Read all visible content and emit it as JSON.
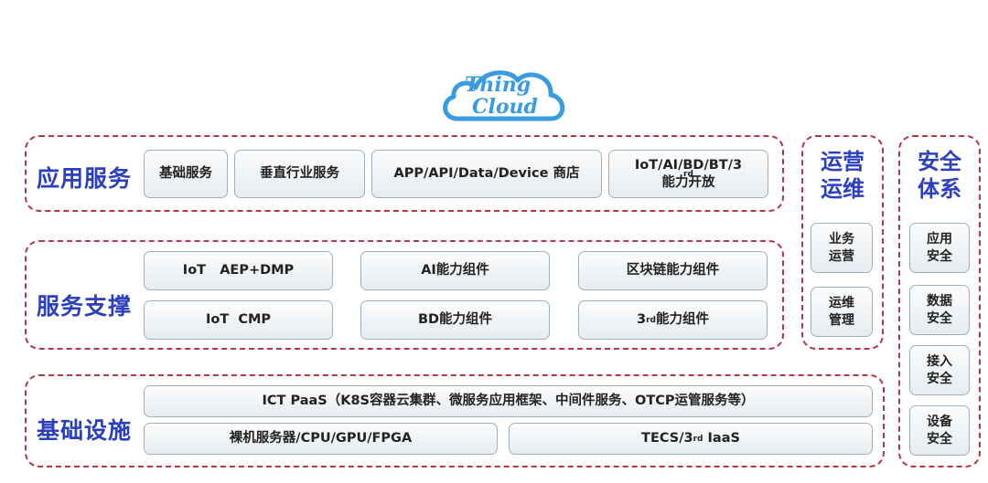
{
  "logo": {
    "line1": "Thing",
    "line2": "Cloud",
    "color": "#3a9be0"
  },
  "colors": {
    "label": "#2b3fbf",
    "border": "#b5364a"
  },
  "app_services": {
    "label": "应用服务",
    "items": [
      "基础服务",
      "垂直行业服务",
      "APP/API/Data/Device 商店"
    ],
    "special": {
      "line1_a": "IoT/AI/BD/BT/3",
      "line1_sup": "rd",
      "line2": "能力开放"
    }
  },
  "service_support": {
    "label": "服务支撑",
    "items": [
      "IoT   AEP+DMP",
      "AI能力组件",
      "区块链能力组件",
      "IoT  CMP",
      "BD能力组件"
    ],
    "third": {
      "prefix": "3",
      "sup": "rd",
      "suffix": "能力组件"
    }
  },
  "infrastructure": {
    "label": "基础设施",
    "paas": "ICT PaaS（K8S容器云集群、微服务应用框架、中间件服务、OTCP运管服务等）",
    "bare_metal": "裸机服务器/CPU/GPU/FPGA",
    "tecs": {
      "prefix": "TECS/3",
      "sup": "rd",
      "suffix": " IaaS"
    }
  },
  "ops": {
    "label_line1": "运营",
    "label_line2": "运维",
    "items": [
      [
        "业务",
        "运营"
      ],
      [
        "运维",
        "管理"
      ]
    ]
  },
  "security": {
    "label_line1": "安全",
    "label_line2": "体系",
    "items": [
      [
        "应用",
        "安全"
      ],
      [
        "数据",
        "安全"
      ],
      [
        "接入",
        "安全"
      ],
      [
        "设备",
        "安全"
      ]
    ]
  }
}
